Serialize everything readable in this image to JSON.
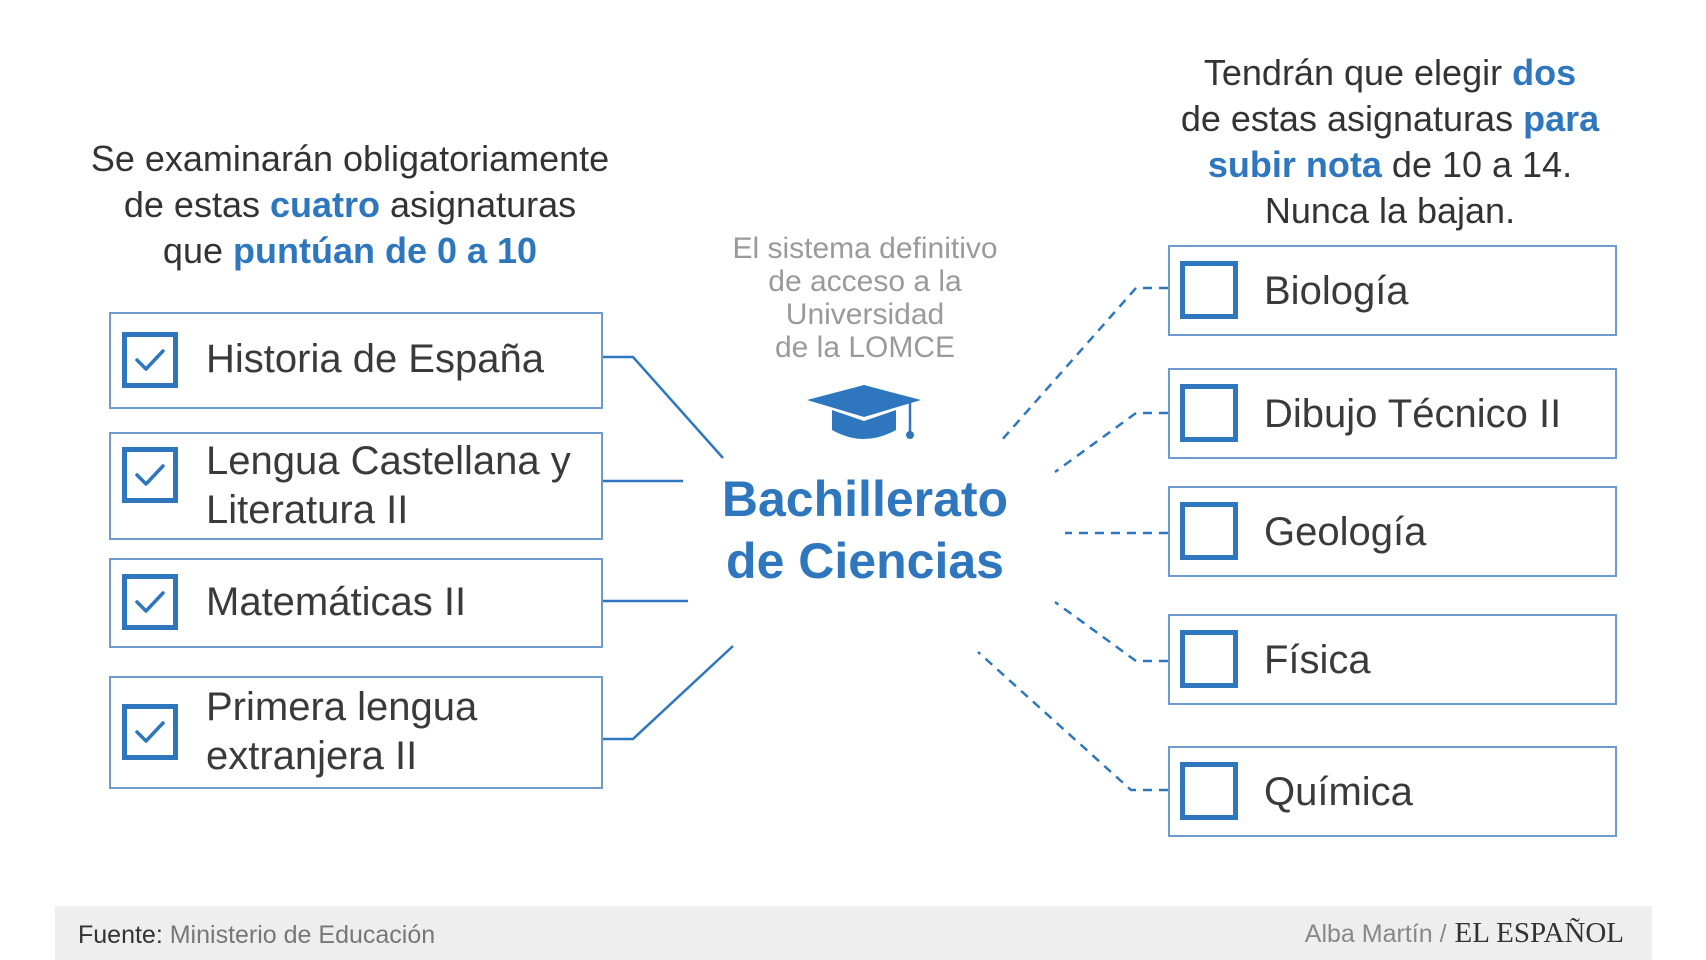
{
  "intro_left": {
    "parts": [
      {
        "text": "Se examinarán obligatoriamente",
        "highlight": false
      },
      {
        "text": "de estas ",
        "highlight": false
      },
      {
        "text": "cuatro",
        "highlight": true
      },
      {
        "text": " asignaturas",
        "highlight": false
      },
      {
        "text": "que ",
        "highlight": false
      },
      {
        "text": "puntúan de 0 a 10",
        "highlight": true
      }
    ]
  },
  "intro_right": {
    "parts": [
      {
        "text": "Tendrán que elegir ",
        "highlight": false
      },
      {
        "text": "dos",
        "highlight": true
      },
      {
        "text": "de estas asignaturas ",
        "highlight": false
      },
      {
        "text": "para",
        "highlight": true
      },
      {
        "text": "subir nota",
        "highlight": true
      },
      {
        "text": " de 10 a 14.",
        "highlight": false
      },
      {
        "text": "Nunca la bajan.",
        "highlight": false
      }
    ]
  },
  "center": {
    "subtitle_lines": [
      "El sistema definitivo",
      "de acceso a la",
      "Universidad",
      "de la LOMCE"
    ],
    "icon": "graduation-cap-icon",
    "title_lines": [
      "Bachillerato",
      "de Ciencias"
    ]
  },
  "mandatory_subjects": [
    {
      "label_lines": [
        "Historia de España"
      ],
      "checked": true
    },
    {
      "label_lines": [
        "Lengua Castellana y",
        "Literatura II"
      ],
      "checked": true
    },
    {
      "label_lines": [
        "Matemáticas II"
      ],
      "checked": true
    },
    {
      "label_lines": [
        "Primera lengua",
        "extranjera II"
      ],
      "checked": true
    }
  ],
  "optional_subjects": [
    {
      "label_lines": [
        "Biología"
      ],
      "checked": false
    },
    {
      "label_lines": [
        "Dibujo Técnico II"
      ],
      "checked": false
    },
    {
      "label_lines": [
        "Geología"
      ],
      "checked": false
    },
    {
      "label_lines": [
        "Física"
      ],
      "checked": false
    },
    {
      "label_lines": [
        "Química"
      ],
      "checked": false
    }
  ],
  "footer": {
    "source_label": "Fuente:",
    "source_value": "Ministerio de Educación",
    "author": "Alba Martín /",
    "brand": "EL ESPAÑOL"
  },
  "colors": {
    "accent": "#2e77be",
    "box_border": "#6d9ccc",
    "text": "#333333",
    "muted": "#9a9a9a",
    "footer_bg": "#eeeeee"
  }
}
